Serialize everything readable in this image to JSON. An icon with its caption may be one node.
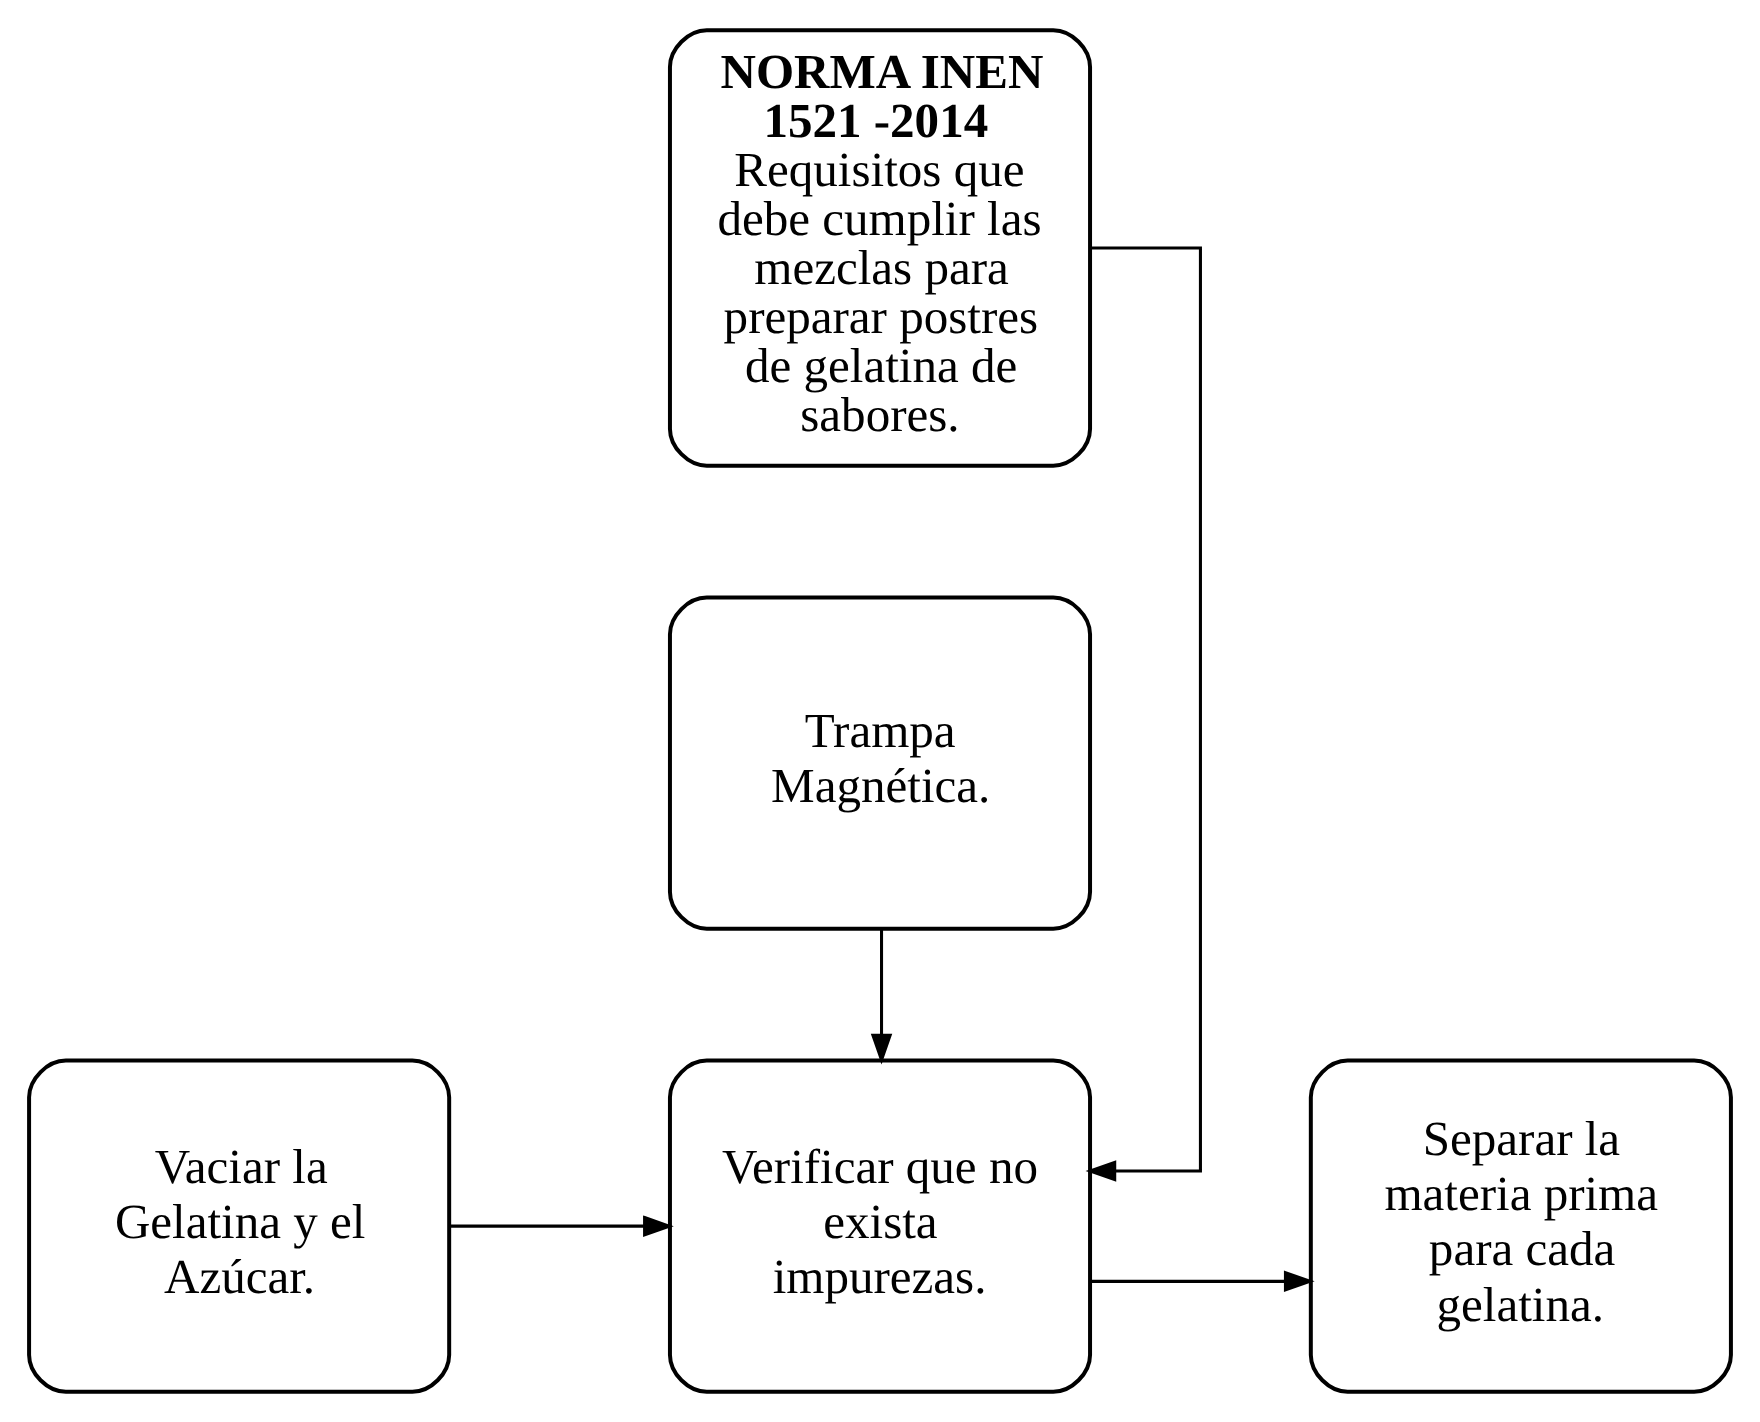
{
  "diagram": {
    "nodes": [
      {
        "text": [
          "NORMA INEN 1521 -2014",
          "Requisitos que debe cumplir las mezclas para preparar postres de gelatina de sabores."
        ]
      },
      {
        "text": [
          "Vaciar la Gelatina y el Azúcar."
        ]
      },
      {
        "text": [
          "Verificar que no exista impurezas."
        ]
      },
      {
        "text": [
          "Separar la materia prima para cada gelatina."
        ]
      },
      {
        "text": [
          "Trampa Magnética."
        ]
      }
    ],
    "edges": [
      {
        "from": 0,
        "to": 2,
        "arrow": "to"
      },
      {
        "from": 1,
        "to": 2,
        "arrow": "to"
      },
      {
        "from": 2,
        "to": 3,
        "arrow": "to"
      },
      {
        "from": 4,
        "to": 2,
        "arrow": "to"
      }
    ]
  }
}
